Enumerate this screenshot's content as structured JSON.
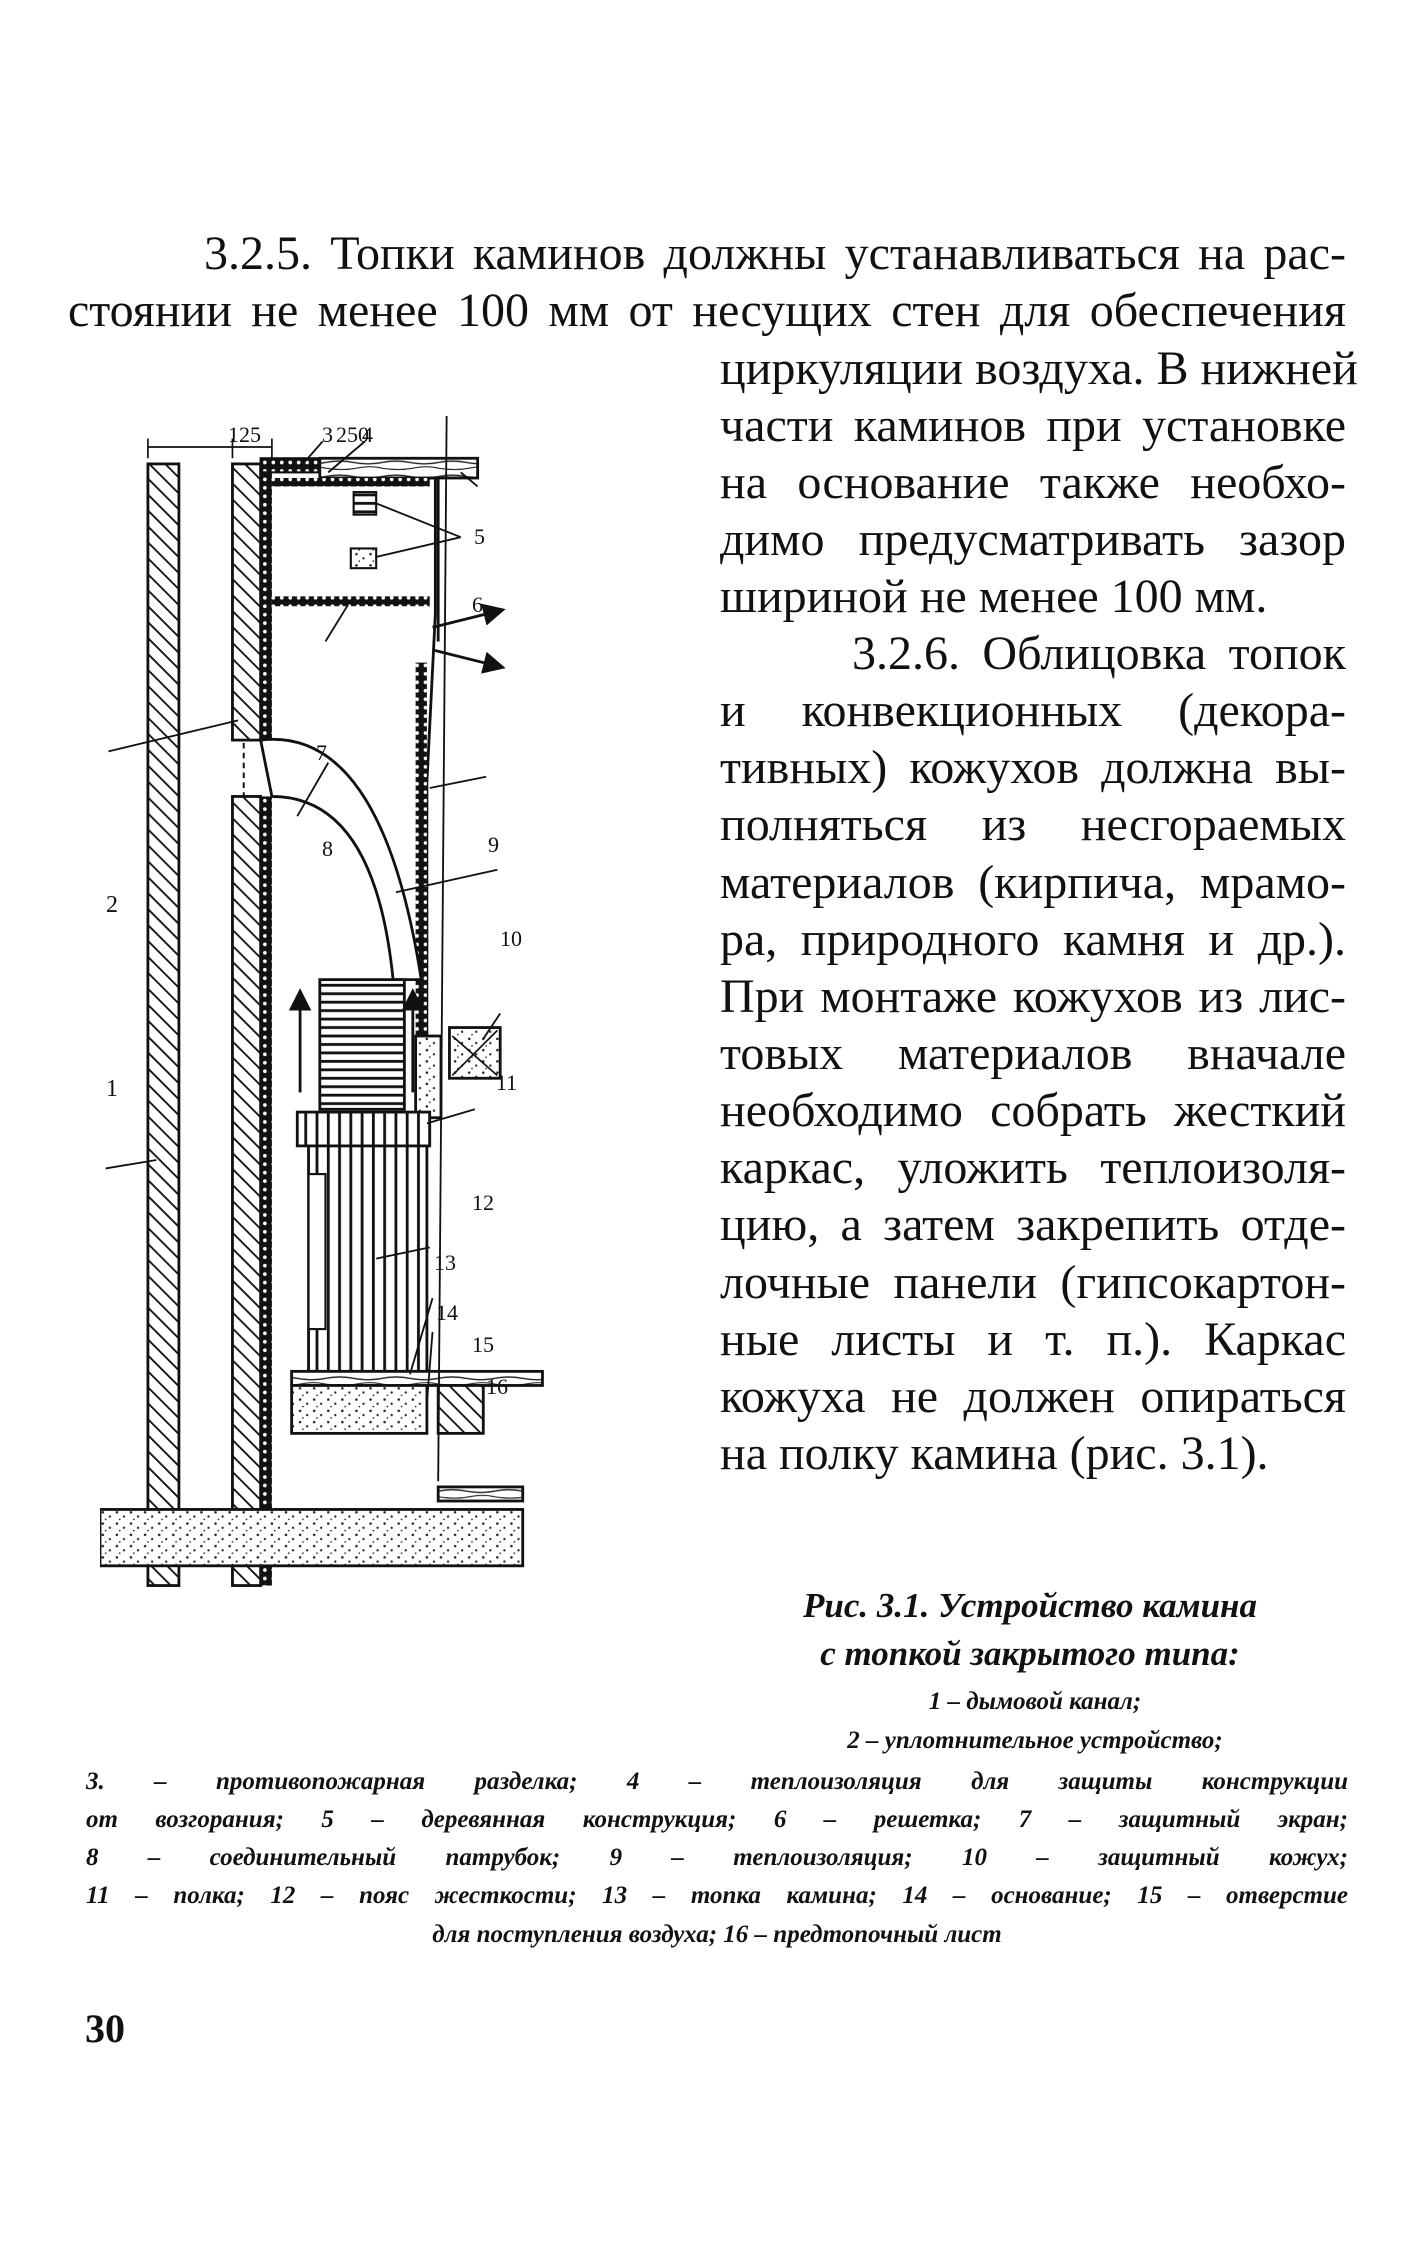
{
  "body_text": {
    "lines": [
      "3.2.5. Топки каминов должны устанавливаться на рас-",
      "стоянии не менее 100 мм от несущих стен для обеспечения",
      "циркуляции воздуха. В нижней",
      "части каминов при установке",
      "на основание также необхо-",
      "димо предусматривать зазор",
      "шириной не менее 100 мм.",
      "3.2.6. Облицовка топок",
      "и конвекционных (декора-",
      "тивных) кожухов должна вы-",
      "полняться из несгораемых",
      "материалов (кирпича, мрамо-",
      "ра, природного камня и др.).",
      "При монтаже кожухов из лис-",
      "товых материалов вначале",
      "необходимо собрать жесткий",
      "каркас, уложить теплоизоля-",
      "цию, а затем закрепить отде-",
      "лочные панели (гипсокартон-",
      "ные листы и т. п.). Каркас",
      "кожуха не должен опираться",
      "на полку камина (рис. 3.1)."
    ]
  },
  "figure": {
    "dimension_labels": [
      "125",
      "250"
    ],
    "callout_numbers": [
      "1",
      "2",
      "3",
      "4",
      "5",
      "6",
      "7",
      "8",
      "9",
      "10",
      "11",
      "12",
      "13",
      "14",
      "15",
      "16"
    ]
  },
  "caption": {
    "title_lines": [
      "Рис. 3.1. Устройство камина",
      "с топкой закрытого типа:"
    ],
    "legend_lines": [
      "1 – дымовой канал;",
      "2 – уплотнительное устройство;",
      "3. – противопожарная разделка; 4 – теплоизоляция для защиты конструкции",
      "от возгорания; 5 – деревянная конструкция; 6 – решетка; 7 – защитный экран;",
      "8 – соединительный патрубок; 9 – теплоизоляция; 10 – защитный кожух;",
      "11 – полка; 12 – пояс жесткости; 13 – топка камина; 14 – основание; 15 – отверстие",
      "для поступления воздуха; 16 – предтопочный лист"
    ]
  },
  "page_number": "30"
}
